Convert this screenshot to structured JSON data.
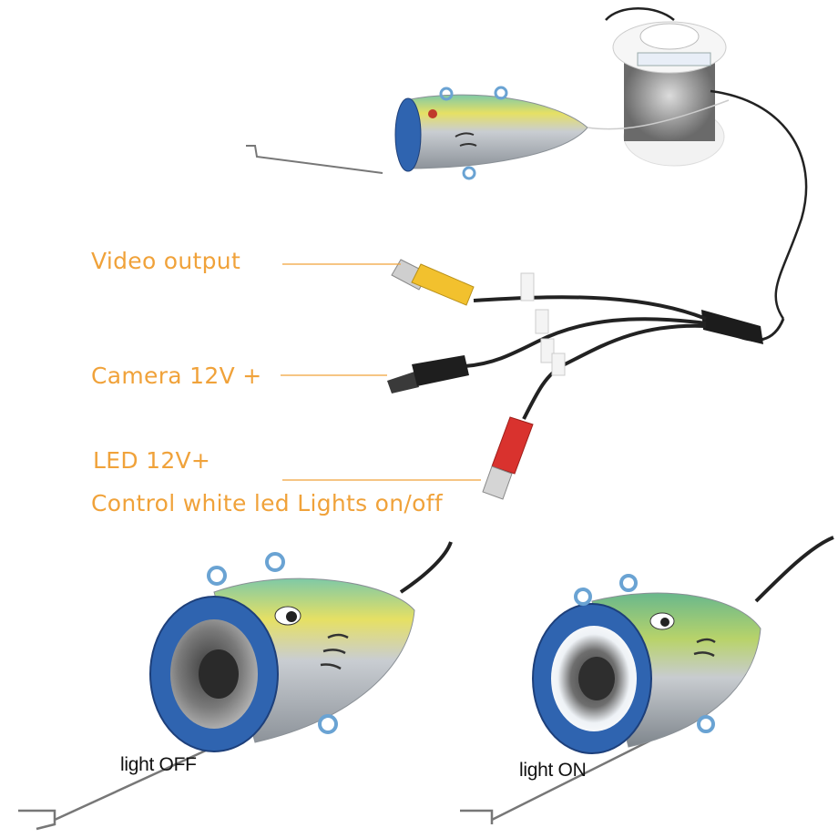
{
  "diagram": {
    "labels": {
      "video_output": "Video output",
      "camera_power": "Camera 12V +",
      "led_power": "LED 12V+",
      "led_control": "Control white led Lights on/off"
    },
    "captions": {
      "light_off": "light OFF",
      "light_on": "light ON"
    }
  },
  "colors": {
    "label_text": "#f0a23a",
    "rca_yellow": "#f2c12e",
    "rca_red": "#d9322e",
    "housing_blue": "#2f64b0",
    "cable": "#1a1a1a"
  }
}
